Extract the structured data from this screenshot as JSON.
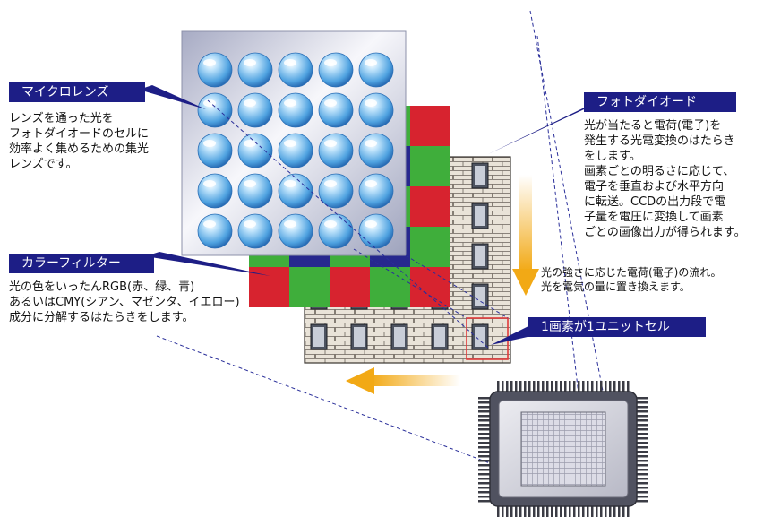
{
  "microlens": {
    "title": "マイクロレンズ",
    "description": "レンズを通った光を\nフォトダイオードのセルに\n効率よく集めるための集光\nレンズです。"
  },
  "color_filter": {
    "title": "カラーフィルター",
    "description": "光の色をいったんRGB(赤、緑、青)\nあるいはCMY(シアン、マゼンタ、イエロー)\n成分に分解するはたらきをします。"
  },
  "photodiode": {
    "title": "フォトダイオード",
    "description": "光が当たると電荷(電子)を\n発生する光電変換のはたらき\nをします。\n画素ごとの明るさに応じて、\n電子を垂直および水平方向\nに転送。CCDの出力段で電\n子量を電圧に変換して画素\nごとの画像出力が得られます。"
  },
  "charge_flow": {
    "description": "光の強さに応じた電荷(電子)の流れ。\n光を電気の量に置き換えます。"
  },
  "unit_cell": {
    "title": "1画素が1ユニットセル"
  },
  "colors": {
    "label_bg": "#1d1e86",
    "filter_red": "#d7232f",
    "filter_green": "#3fae3b",
    "filter_blue": "#27288e",
    "arrow_orange": "#f2a915",
    "lens_blue": "#4fa2e0"
  }
}
